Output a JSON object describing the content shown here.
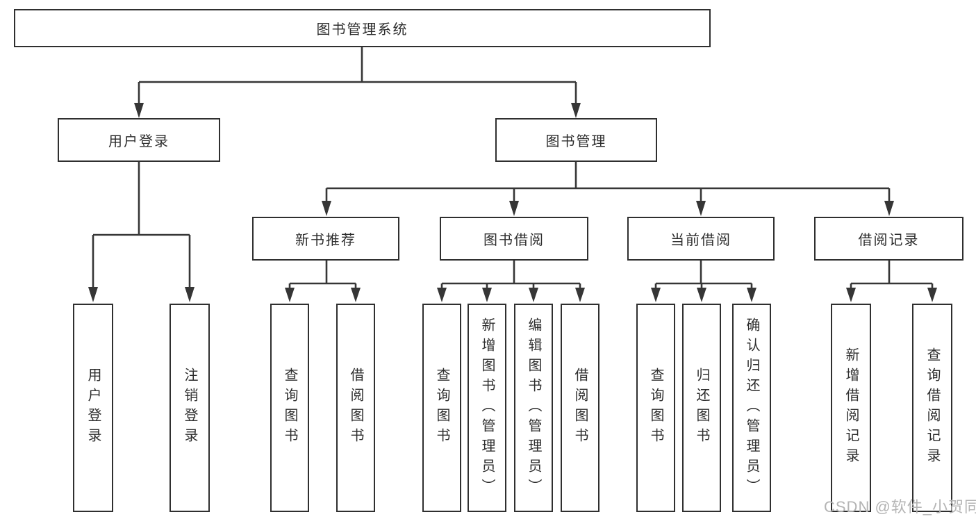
{
  "diagram": {
    "root_label": "图书管理系统",
    "level2": [
      {
        "label": "用户登录",
        "children": [
          "用户登录",
          "注销登录"
        ]
      },
      {
        "label": "图书管理"
      }
    ],
    "level3": [
      {
        "label": "新书推荐",
        "children": [
          "查询图书",
          "借阅图书"
        ]
      },
      {
        "label": "图书借阅",
        "children": [
          "查询图书",
          "新增图书（管理员）",
          "编辑图书（管理员）",
          "借阅图书"
        ]
      },
      {
        "label": "当前借阅",
        "children": [
          "查询图书",
          "归还图书",
          "确认归还（管理员）"
        ]
      },
      {
        "label": "借阅记录",
        "children": [
          "新增借阅记录",
          "查询借阅记录"
        ]
      }
    ]
  },
  "watermark": {
    "text": "CSDN @软件_小贺同学"
  },
  "colors": {
    "line": "#363636",
    "box_border": "#2f2f2f",
    "text": "#2d2d2d",
    "watermark": "#b4b4b4",
    "background": "#ffffff"
  }
}
